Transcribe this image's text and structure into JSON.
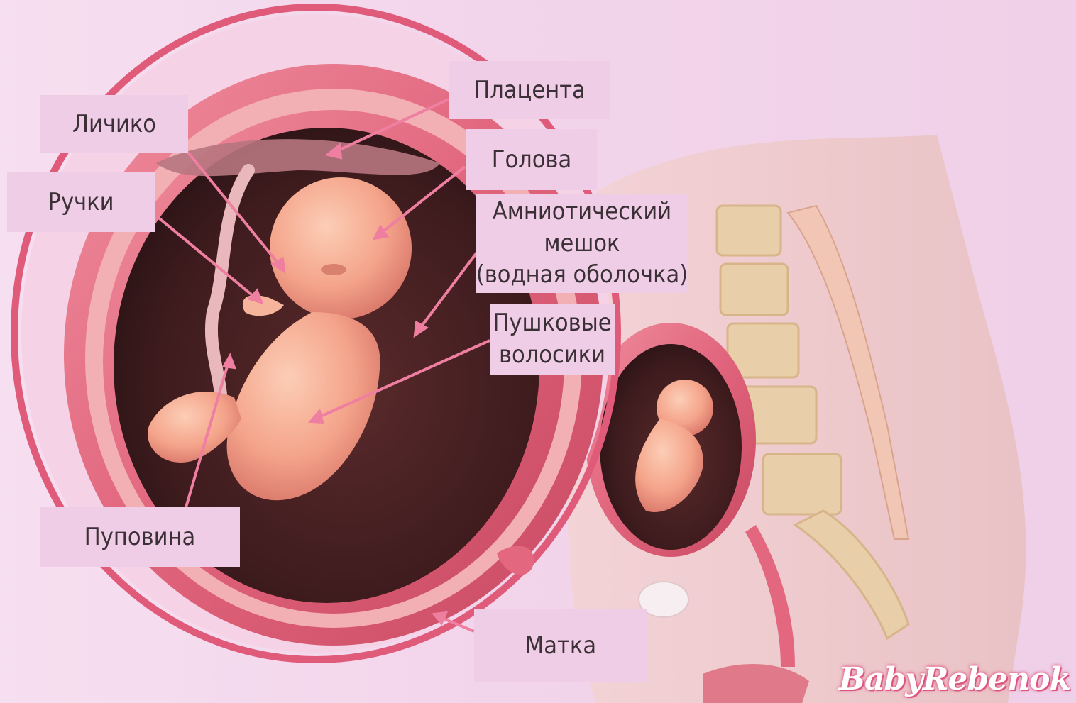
{
  "labels": {
    "placenta": "Плацента",
    "face": "Личико",
    "head": "Голова",
    "hands": "Ручки",
    "amniotic_1": "Амниотический",
    "amniotic_2": "мешок",
    "amniotic_3": "(водная оболочка)",
    "lanugo_1": "Пушковые",
    "lanugo_2": "волосики",
    "umbilical_cord": "Пуповина",
    "uterus": "Матка"
  },
  "watermark": "BabyRebenok",
  "colors": {
    "label_bg": "#f0cde6",
    "uterus_wall": "#e2677f",
    "amniotic_dark": "#3a1a1c",
    "fetus_skin": "#f4a98c",
    "pointer": "#ee7fa0"
  }
}
